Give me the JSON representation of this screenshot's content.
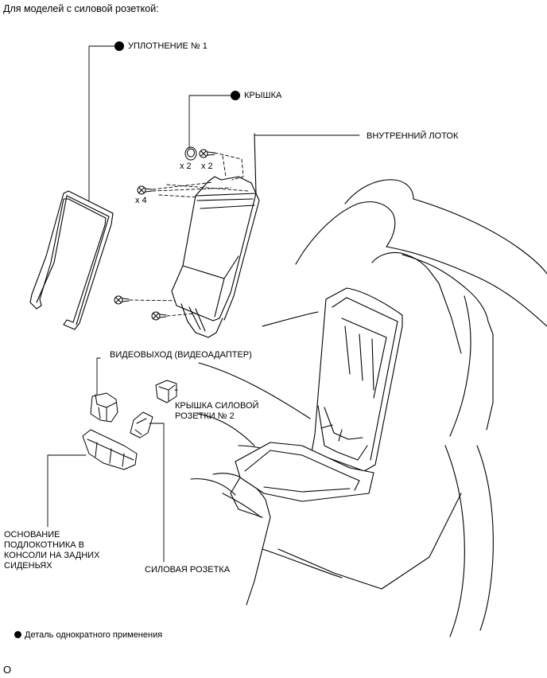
{
  "heading": "Для моделей с силовой розеткой:",
  "labels": {
    "seal": "УПЛОТНЕНИЕ № 1",
    "cover": "КРЫШКА",
    "inner_tray": "ВНУТРЕННИЙ ЛОТОК",
    "video_out": "ВИДЕОВЫХОД (ВИДЕОАДАПТЕР)",
    "socket_cover": "КРЫШКА СИЛОВОЙ РОЗЕТКИ № 2",
    "armrest_base": "ОСНОВАНИЕ ПОДЛОКОТНИКА В КОНСОЛИ НА ЗАДНИХ СИДЕНЬЯХ",
    "power_socket": "СИЛОВАЯ РОЗЕТКА"
  },
  "quantities": {
    "cover": "x 2",
    "cover_screw": "x 2",
    "tray_screw": "x 4"
  },
  "legend": "Деталь однократного применения",
  "footer_code": "O",
  "colors": {
    "line": "#000000",
    "marker": "#000000"
  }
}
